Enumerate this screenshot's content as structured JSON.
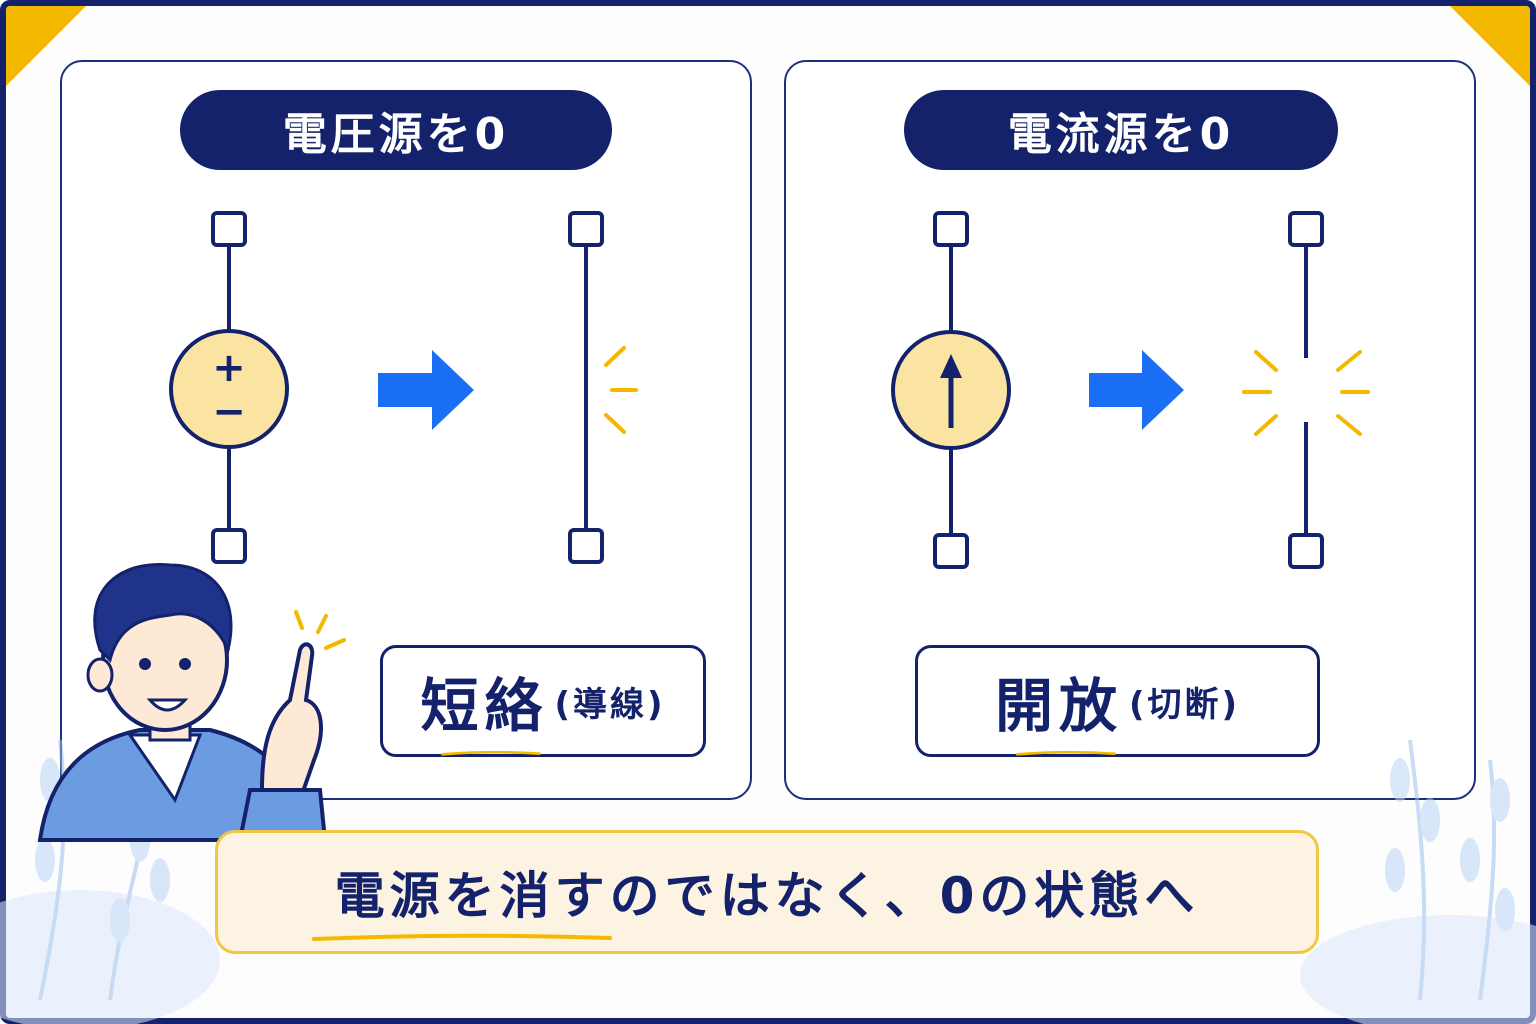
{
  "colors": {
    "navy": "#14226b",
    "yellow": "#f5b800",
    "source_fill": "#fbe3a1",
    "arrow_blue": "#1b6ff5",
    "banner_bg": "#fdf3e2"
  },
  "left_panel": {
    "title": "電圧源を0",
    "source_symbol": {
      "plus": "+",
      "minus": "−"
    },
    "result_main": "短絡",
    "result_sub": "(導線)"
  },
  "right_panel": {
    "title": "電流源を0",
    "result_main": "開放",
    "result_sub": "(切断)"
  },
  "banner": {
    "text": "電源を消すのではなく、0の状態へ"
  },
  "icons": [
    "voltage-source-icon",
    "current-source-icon",
    "right-arrow-icon",
    "person-illustration",
    "sparkle-icon",
    "plant-decoration"
  ]
}
